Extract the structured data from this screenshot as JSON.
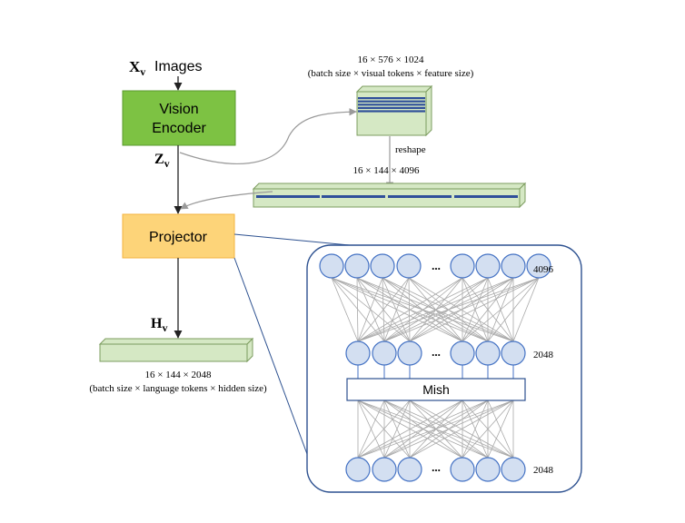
{
  "input": {
    "symbol": "X",
    "subscript": "v",
    "label": "Images"
  },
  "vision_encoder": {
    "line1": "Vision",
    "line2": "Encoder",
    "output_symbol": "Z",
    "output_subscript": "v"
  },
  "visual_tensor": {
    "shape": "16 × 576 × 1024",
    "dims": "(batch size × visual tokens × feature size)"
  },
  "reshape": {
    "label": "reshape",
    "shape": "16 × 144 × 4096"
  },
  "projector": {
    "label": "Projector",
    "output_symbol": "H",
    "output_subscript": "v"
  },
  "language_tensor": {
    "shape": "16 × 144 × 2048",
    "dims": "(batch size × language tokens × hidden size)"
  },
  "mlp": {
    "input_size": "4096",
    "hidden_size": "2048",
    "activation": "Mish",
    "output_size": "2048",
    "ellipsis": "..."
  },
  "colors": {
    "encoder_fill": "#7dc243",
    "encoder_stroke": "#5a9a2f",
    "projector_fill": "#fdd479",
    "projector_stroke": "#f4b33e",
    "tensor_fill": "#d5e8c4",
    "tensor_stroke": "#7c9c5f",
    "token_stripe": "#2f4f9a",
    "node_fill": "#d3dff1",
    "node_stroke": "#4472c4",
    "frame_stroke": "#2d5190",
    "edge": "#a8a8a8"
  }
}
